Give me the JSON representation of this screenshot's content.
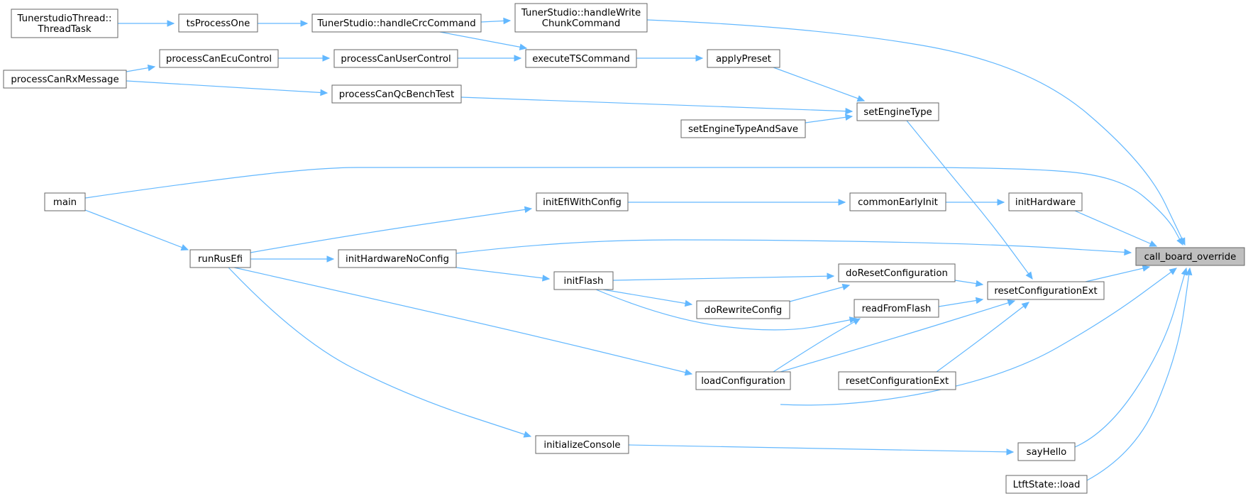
{
  "diagram": {
    "root_id": "call_board_override",
    "colors": {
      "edge": "#63b8ff",
      "node_border": "#666666",
      "root_fill": "#bfbfbf",
      "background": "#ffffff"
    },
    "nodes": [
      {
        "id": "call_board_override",
        "lines": [
          "call_board_override"
        ]
      },
      {
        "id": "thread_task",
        "lines": [
          "TunerstudioThread::",
          "ThreadTask"
        ]
      },
      {
        "id": "ts_process_one",
        "lines": [
          "tsProcessOne"
        ]
      },
      {
        "id": "handle_crc",
        "lines": [
          "TunerStudio::handleCrcCommand"
        ]
      },
      {
        "id": "handle_write_chunk",
        "lines": [
          "TunerStudio::handleWrite",
          "ChunkCommand"
        ]
      },
      {
        "id": "process_can_ecu_control",
        "lines": [
          "processCanEcuControl"
        ]
      },
      {
        "id": "process_can_user_control",
        "lines": [
          "processCanUserControl"
        ]
      },
      {
        "id": "execute_ts_command",
        "lines": [
          "executeTSCommand"
        ]
      },
      {
        "id": "apply_preset",
        "lines": [
          "applyPreset"
        ]
      },
      {
        "id": "process_can_rx_message",
        "lines": [
          "processCanRxMessage"
        ]
      },
      {
        "id": "process_can_qc_bench_test",
        "lines": [
          "processCanQcBenchTest"
        ]
      },
      {
        "id": "set_engine_type",
        "lines": [
          "setEngineType"
        ]
      },
      {
        "id": "set_engine_type_and_save",
        "lines": [
          "setEngineTypeAndSave"
        ]
      },
      {
        "id": "main",
        "lines": [
          "main"
        ]
      },
      {
        "id": "init_efi_with_config",
        "lines": [
          "initEfiWithConfig"
        ]
      },
      {
        "id": "common_early_init",
        "lines": [
          "commonEarlyInit"
        ]
      },
      {
        "id": "init_hardware",
        "lines": [
          "initHardware"
        ]
      },
      {
        "id": "run_rus_efi",
        "lines": [
          "runRusEfi"
        ]
      },
      {
        "id": "init_hardware_no_config",
        "lines": [
          "initHardwareNoConfig"
        ]
      },
      {
        "id": "do_reset_configuration",
        "lines": [
          "doResetConfiguration"
        ]
      },
      {
        "id": "reset_configuration_ext",
        "lines": [
          "resetConfigurationExt"
        ]
      },
      {
        "id": "init_flash",
        "lines": [
          "initFlash"
        ]
      },
      {
        "id": "read_from_flash",
        "lines": [
          "readFromFlash"
        ]
      },
      {
        "id": "do_rewrite_config",
        "lines": [
          "doRewriteConfig"
        ]
      },
      {
        "id": "load_configuration",
        "lines": [
          "loadConfiguration"
        ]
      },
      {
        "id": "reset_configuration_ext_2",
        "lines": [
          "resetConfigurationExt"
        ]
      },
      {
        "id": "initialize_console",
        "lines": [
          "initializeConsole"
        ]
      },
      {
        "id": "say_hello",
        "lines": [
          "sayHello"
        ]
      },
      {
        "id": "ltft_state_load",
        "lines": [
          "LtftState::load"
        ]
      }
    ],
    "edges": [
      {
        "from": "thread_task",
        "to": "ts_process_one"
      },
      {
        "from": "ts_process_one",
        "to": "handle_crc"
      },
      {
        "from": "handle_crc",
        "to": "handle_write_chunk"
      },
      {
        "from": "handle_crc",
        "to": "execute_ts_command"
      },
      {
        "from": "handle_write_chunk",
        "to": "call_board_override"
      },
      {
        "from": "process_can_rx_message",
        "to": "process_can_ecu_control"
      },
      {
        "from": "process_can_ecu_control",
        "to": "process_can_user_control"
      },
      {
        "from": "process_can_user_control",
        "to": "execute_ts_command"
      },
      {
        "from": "execute_ts_command",
        "to": "apply_preset"
      },
      {
        "from": "apply_preset",
        "to": "set_engine_type"
      },
      {
        "from": "process_can_rx_message",
        "to": "process_can_qc_bench_test"
      },
      {
        "from": "process_can_qc_bench_test",
        "to": "set_engine_type"
      },
      {
        "from": "set_engine_type_and_save",
        "to": "set_engine_type"
      },
      {
        "from": "set_engine_type",
        "to": "reset_configuration_ext"
      },
      {
        "from": "main",
        "to": "call_board_override"
      },
      {
        "from": "main",
        "to": "run_rus_efi"
      },
      {
        "from": "run_rus_efi",
        "to": "init_efi_with_config"
      },
      {
        "from": "init_efi_with_config",
        "to": "common_early_init"
      },
      {
        "from": "common_early_init",
        "to": "init_hardware"
      },
      {
        "from": "init_hardware",
        "to": "call_board_override"
      },
      {
        "from": "run_rus_efi",
        "to": "init_hardware_no_config"
      },
      {
        "from": "init_hardware_no_config",
        "to": "call_board_override"
      },
      {
        "from": "init_hardware_no_config",
        "to": "init_flash"
      },
      {
        "from": "init_flash",
        "to": "do_reset_configuration"
      },
      {
        "from": "init_flash",
        "to": "do_rewrite_config"
      },
      {
        "from": "init_flash",
        "to": "read_from_flash"
      },
      {
        "from": "do_reset_configuration",
        "to": "reset_configuration_ext"
      },
      {
        "from": "do_rewrite_config",
        "to": "do_reset_configuration"
      },
      {
        "from": "read_from_flash",
        "to": "reset_configuration_ext"
      },
      {
        "from": "reset_configuration_ext",
        "to": "call_board_override"
      },
      {
        "from": "run_rus_efi",
        "to": "load_configuration"
      },
      {
        "from": "load_configuration",
        "to": "read_from_flash"
      },
      {
        "from": "load_configuration",
        "to": "reset_configuration_ext"
      },
      {
        "from": "load_configuration",
        "to": "call_board_override"
      },
      {
        "from": "reset_configuration_ext_2",
        "to": "reset_configuration_ext"
      },
      {
        "from": "run_rus_efi",
        "to": "initialize_console"
      },
      {
        "from": "initialize_console",
        "to": "say_hello"
      },
      {
        "from": "say_hello",
        "to": "call_board_override"
      },
      {
        "from": "ltft_state_load",
        "to": "call_board_override"
      }
    ]
  }
}
